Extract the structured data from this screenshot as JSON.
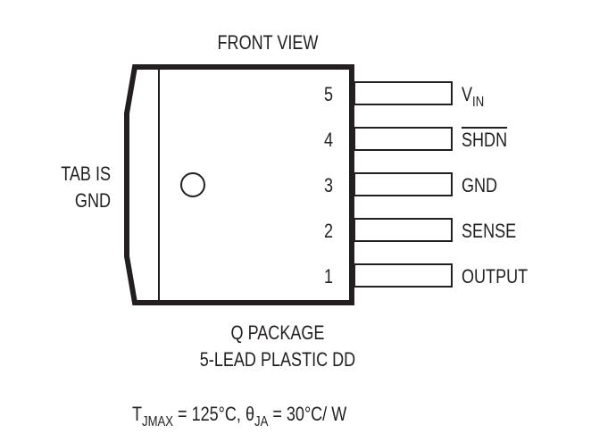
{
  "title": "FRONT VIEW",
  "tab_label": {
    "line1": "TAB IS",
    "line2": "GND"
  },
  "package": {
    "line1": "Q PACKAGE",
    "line2": "5-LEAD PLASTIC DD"
  },
  "pins": [
    {
      "number": "5",
      "name": "V",
      "name_sub": "IN",
      "overline": false
    },
    {
      "number": "4",
      "name": "SHDN",
      "name_sub": "",
      "overline": true
    },
    {
      "number": "3",
      "name": "GND",
      "name_sub": "",
      "overline": false
    },
    {
      "number": "2",
      "name": "SENSE",
      "name_sub": "",
      "overline": false
    },
    {
      "number": "1",
      "name": "OUTPUT",
      "name_sub": "",
      "overline": false
    }
  ],
  "thermal": {
    "tj_symbol": "T",
    "tj_sub": "JMAX",
    "tj_value": " = 125°C, ",
    "theta_symbol": "θ",
    "theta_sub": "JA",
    "theta_value": " = 30°C/ W"
  },
  "colors": {
    "ink": "#231f20",
    "background": "#ffffff"
  }
}
